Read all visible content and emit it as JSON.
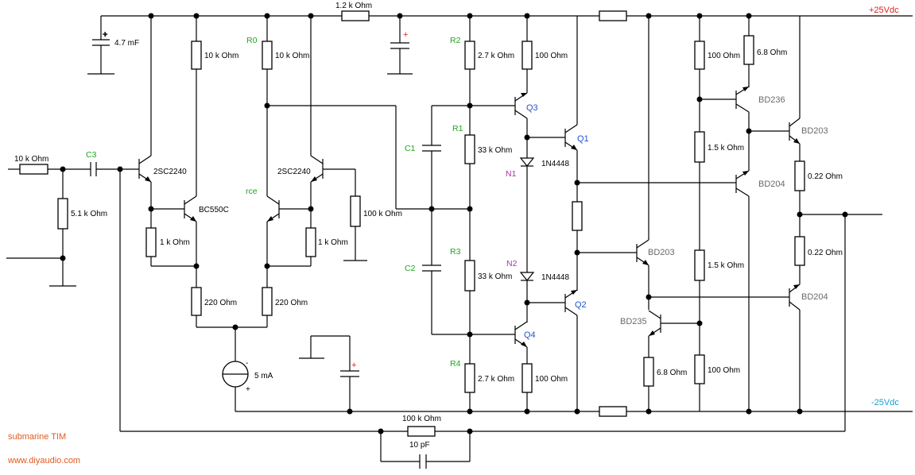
{
  "rails": {
    "positive": "+25Vdc",
    "negative": "-25Vdc"
  },
  "footer": {
    "title": "submarine TIM",
    "site": "www.diyaudio.com"
  },
  "references": {
    "c3": "C3",
    "r0": "R0",
    "rce": "rce",
    "c1": "C1",
    "c2": "C2",
    "r1": "R1",
    "r2": "R2",
    "r3": "R3",
    "r4": "R4",
    "q1": "Q1",
    "q2": "Q2",
    "q3": "Q3",
    "q4": "Q4",
    "n1": "N1",
    "n2": "N2"
  },
  "values": {
    "r_in": "10 k Ohm",
    "r_in_shunt": "5.1 k Ohm",
    "c_supply": "4.7 mF",
    "r_top_left": "10 k Ohm",
    "r0": "10 k Ohm",
    "r_supply": "1.2 k Ohm",
    "r_emit_left": "1 k Ohm",
    "r_emit_right": "1 k Ohm",
    "r_bias": "100 k Ohm",
    "r_tail_left": "220  Ohm",
    "r_tail_right": "220  Ohm",
    "current_source": "5 mA",
    "r2": "2.7 k Ohm",
    "r1": "33 k Ohm",
    "r3": "33 k Ohm",
    "r4": "2.7 k Ohm",
    "r_q3": "100  Ohm",
    "r_q4": "100  Ohm",
    "d1": "1N4448",
    "d2": "1N4448",
    "r_out_top1": "100  Ohm",
    "r_out_top2": "6.8  Ohm",
    "r_mid1": "1.5 k Ohm",
    "r_mid2": "1.5 k Ohm",
    "r_out_bot1": "6.8  Ohm",
    "r_out_bot2": "100  Ohm",
    "r_e1": "0.22  Ohm",
    "r_e2": "0.22  Ohm",
    "r_fb": "100 k Ohm",
    "c_fb": "10 pF"
  },
  "parts": {
    "q_in1": "2SC2240",
    "q_in2": "2SC2240",
    "q_cas": "BC550C",
    "bd236": "BD236",
    "bd203_top": "BD203",
    "bd204_mid": "BD204",
    "bd203_mid": "BD203",
    "bd204_low": "BD204",
    "bd235": "BD235"
  },
  "marks": {
    "plus": "+",
    "minus": "-"
  }
}
